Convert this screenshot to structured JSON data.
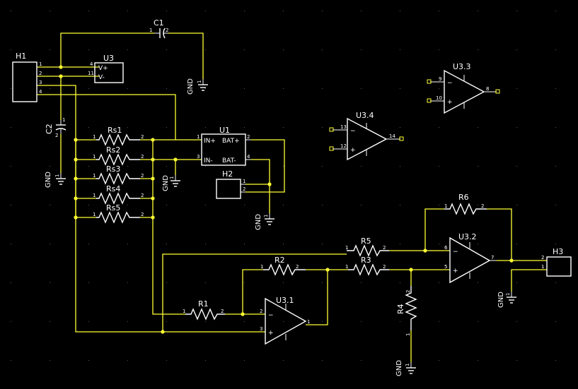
{
  "colors": {
    "background": "#000000",
    "wire": "#ffff33",
    "component": "#ffffff"
  },
  "refs": {
    "H1": "H1",
    "H2": "H2",
    "H3": "H3",
    "U3": "U3",
    "U1": "U1",
    "U3_1": "U3.1",
    "U3_2": "U3.2",
    "U3_3": "U3.3",
    "U3_4": "U3.4",
    "C1": "C1",
    "C2": "C2",
    "Rs1": "Rs1",
    "Rs2": "Rs2",
    "Rs3": "Rs3",
    "Rs4": "Rs4",
    "Rs5": "Rs5",
    "R1": "R1",
    "R2": "R2",
    "R3": "R3",
    "R4": "R4",
    "R5": "R5",
    "R6": "R6"
  },
  "gnd_label": "GND",
  "u3_pins": {
    "vplus": "V+",
    "vminus": "V-"
  },
  "u1_pins": {
    "in_plus": "IN+",
    "in_minus": "IN-",
    "bat_plus": "BAT+",
    "bat_minus": "BAT-"
  },
  "opamp_signs": {
    "minus": "−",
    "plus": "+"
  },
  "pin_numbers": {
    "h1": [
      "1",
      "2",
      "3",
      "4"
    ],
    "u3": [
      "4",
      "11"
    ],
    "c1": [
      "1",
      "2"
    ],
    "c2": [
      "1",
      "2"
    ],
    "gnd": "1",
    "rs": [
      "1",
      "2"
    ],
    "u1": [
      "1",
      "3",
      "2",
      "4"
    ],
    "h2": [
      "1",
      "2"
    ],
    "h3": [
      "2",
      "1"
    ],
    "r1": [
      "1",
      "2"
    ],
    "r2": [
      "1",
      "2"
    ],
    "r3": [
      "1",
      "2"
    ],
    "r4": [
      "2",
      "1"
    ],
    "r5": [
      "1",
      "2"
    ],
    "r6": [
      "1",
      "2"
    ],
    "u3_1": [
      "2",
      "3",
      "1"
    ],
    "u3_2": [
      "6",
      "5",
      "7"
    ],
    "u3_3": [
      "9",
      "10",
      "8"
    ],
    "u3_4": [
      "13",
      "12",
      "14"
    ]
  }
}
